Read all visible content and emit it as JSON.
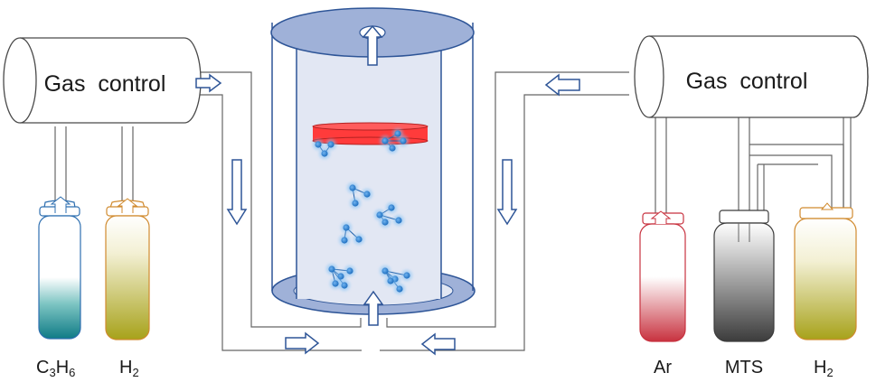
{
  "left_unit": {
    "label": "Gas  control",
    "bottles": [
      {
        "label": "C3H6",
        "formula": {
          "c": "C",
          "n1": "3",
          "h": "H",
          "n2": "6"
        }
      },
      {
        "label": "H2",
        "formula": {
          "main": "H",
          "sub": "2"
        }
      }
    ]
  },
  "right_unit": {
    "label": "Gas  control",
    "bottles": [
      {
        "label": "Ar"
      },
      {
        "label": "MTS"
      },
      {
        "label": "H2",
        "formula": {
          "main": "H",
          "sub": "2"
        }
      }
    ]
  },
  "colors": {
    "outline": "#4a4a4a",
    "pipe": "#666666",
    "reactor_fill": "#e2e7f3",
    "reactor_edge": "#2e5597",
    "disk_fill": "#9fb1d8",
    "substrate": "#ff3b3b",
    "molecule": "#2f86d8",
    "arrow": "#2e5597",
    "c3h6_liquid": "#0f7b86",
    "h2_liquid": "#a7a21a",
    "ar_liquid": "#c8323f",
    "mts_liquid": "#3c3c3c"
  }
}
